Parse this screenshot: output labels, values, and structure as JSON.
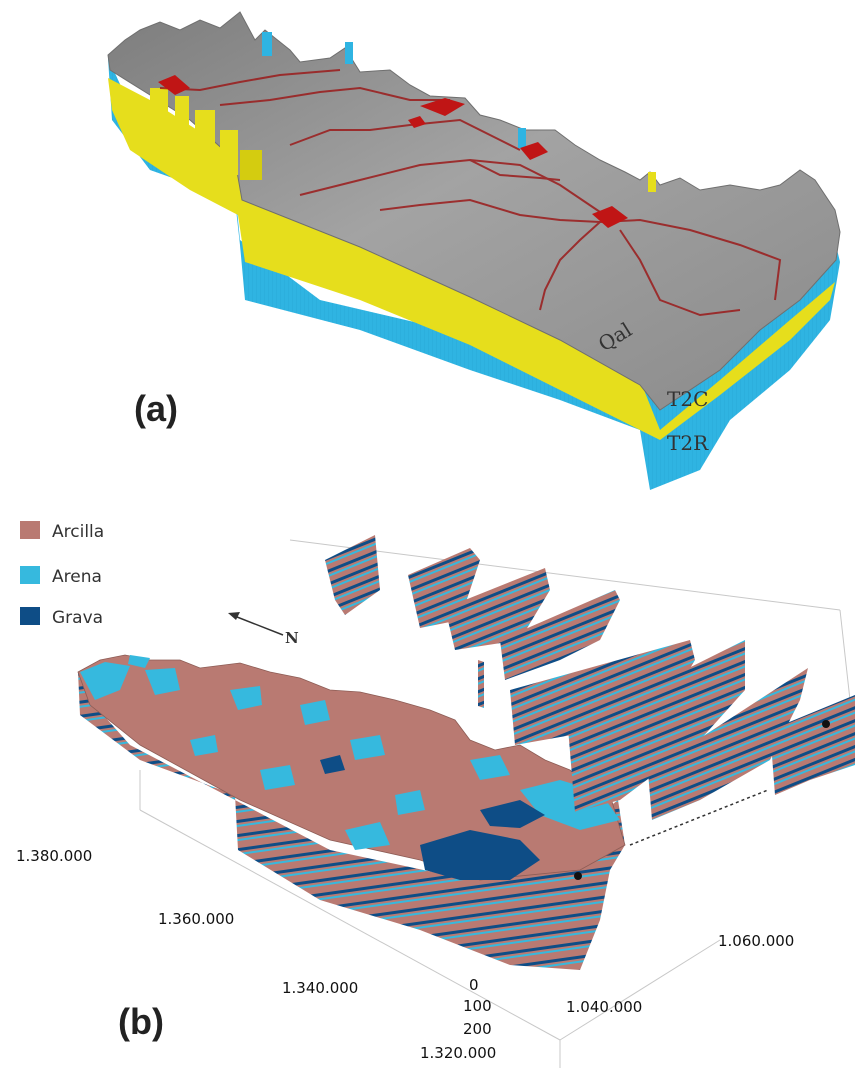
{
  "panel_a": {
    "label": "(a)",
    "units": [
      "Qal",
      "T2C",
      "T2R"
    ],
    "colors": {
      "terrain": "#8f8f8f",
      "unit_t2c": "#e6de1c",
      "unit_t2r": "#2fb4e2",
      "rivers": "#9b1b1b"
    }
  },
  "panel_b": {
    "label": "(b)",
    "legend": [
      {
        "label": "Arcilla",
        "color": "#b97a72"
      },
      {
        "label": "Arena",
        "color": "#36b9de"
      },
      {
        "label": "Grava",
        "color": "#0e4d86"
      }
    ],
    "north": "N",
    "axis_left_ticks": [
      "1.380.000",
      "1.360.000",
      "1.340.000",
      "1.320.000"
    ],
    "axis_right_ticks": [
      "1.060.000",
      "1.040.000"
    ],
    "axis_depth_ticks": [
      "0",
      "100",
      "200"
    ]
  }
}
